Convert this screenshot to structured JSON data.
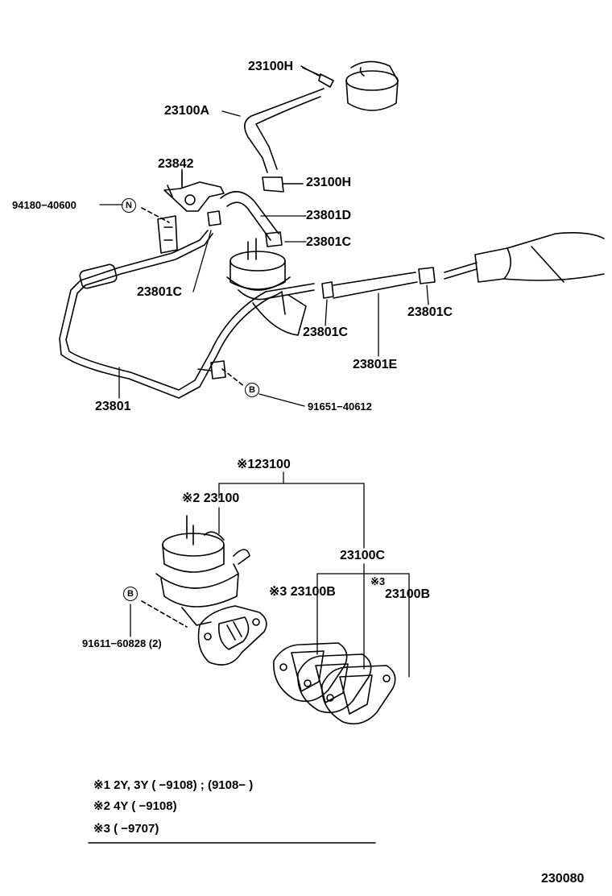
{
  "labels": {
    "p23100H_top": "23100H",
    "p23100A": "23100A",
    "p23842": "23842",
    "p23100H_mid": "23100H",
    "p94180": "94180−40600",
    "p23801D": "23801D",
    "p23801C_a": "23801C",
    "p23801C_b": "23801C",
    "p23801C_c": "23801C",
    "p23801C_d": "23801C",
    "p23801E": "23801E",
    "p23801": "23801",
    "p91651": "91651−40612",
    "p123100": "※123100",
    "p2_23100": "※2 23100",
    "p23100C": "23100C",
    "p3_23100B_a": "※3 23100B",
    "p3_mark": "※3",
    "p23100B_b": "23100B",
    "p91611": "91611−60828 (2)"
  },
  "callouts": {
    "N": "N",
    "B_top": "B",
    "B_bottom": "B"
  },
  "notes": {
    "n1": "※1  2Y, 3Y (        −9108) ; (9108−        )",
    "n2": "※2  4Y (        −9108)",
    "n3": "※3 (        −9707)"
  },
  "diagram_code": "230080"
}
